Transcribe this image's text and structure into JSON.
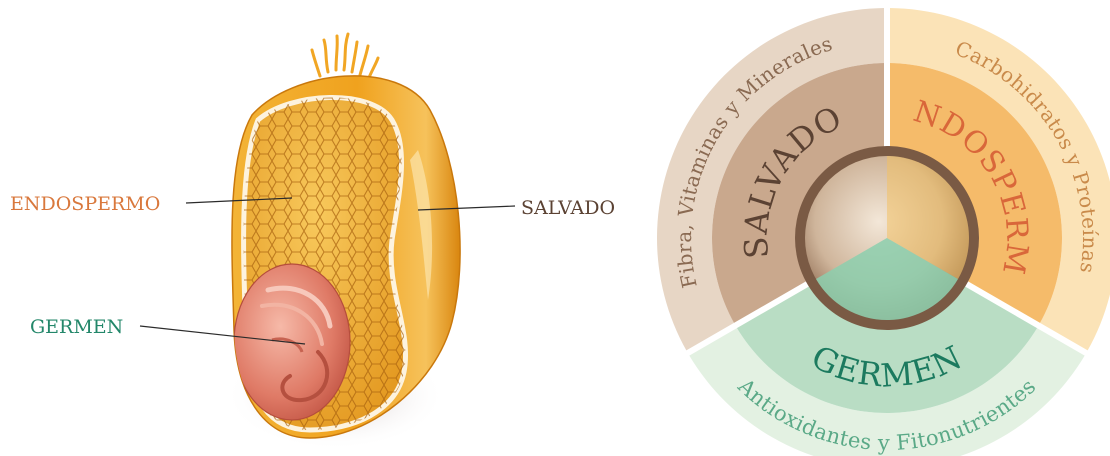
{
  "grain": {
    "labels": {
      "endosperm": "ENDOSPERMO",
      "bran": "SALVADO",
      "germ": "GERMEN"
    }
  },
  "wheel": {
    "outer": {
      "bran": "Fibra, Vitaminas y Minerales",
      "endosperm": "Carbohidratos y Proteínas",
      "germ": "Antioxidantes y Fitonutrientes"
    },
    "inner": {
      "bran": "SALVADO",
      "endosperm": "ENDOSPERMO",
      "germ": "GERMEN"
    }
  },
  "colors": {
    "endosperm_label": "#d9783c",
    "bran_label": "#5b4233",
    "germ_label": "#23876a",
    "bran_outer": "#e7d6c5",
    "bran_inner": "#c9a88d",
    "endosperm_outer": "#fbe3b7",
    "endosperm_inner": "#f5bb6a",
    "germ_outer": "#e3f1e2",
    "germ_inner": "#b9ddc4",
    "outer_text_bran": "#8a6a52",
    "outer_text_endosperm": "#c98a4a",
    "outer_text_germ": "#5aa987",
    "inner_text_bran": "#5b4233",
    "inner_text_endosperm": "#d9673a",
    "inner_text_germ": "#1c7a5f"
  },
  "icons": [
    "wheat-kernel-cross-section-illustration",
    "nutrient-wheel-diagram"
  ]
}
